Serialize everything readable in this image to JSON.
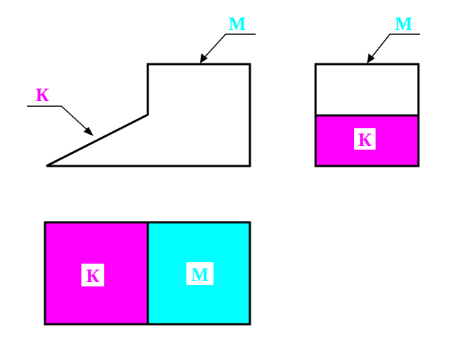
{
  "colors": {
    "k": "#ff00ff",
    "m": "#00ffff",
    "outline": "#000000",
    "background": "#ffffff"
  },
  "views": {
    "front": {
      "label_k": "К",
      "label_m": "М"
    },
    "side": {
      "label_m": "М",
      "face_k_label": "К"
    },
    "top": {
      "face_k_label": "К",
      "face_m_label": "М"
    }
  }
}
